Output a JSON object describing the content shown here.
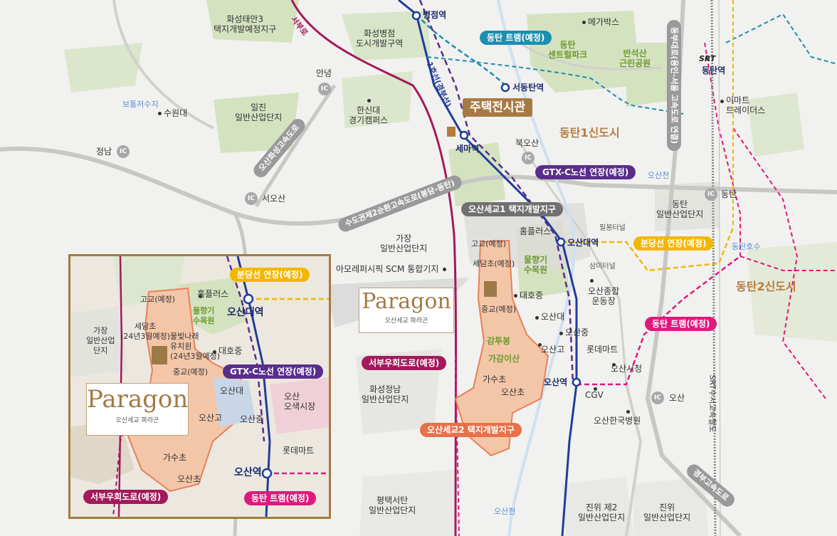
{
  "map": {
    "labels": {
      "hwaseong_taean": "화성태안3\n택지개발예정지구",
      "hwaseong_byeongjeom": "화성병점\n도시개발구역",
      "megabox": "메가박스",
      "dongtan_central_park": "동탄\n센트럴파크",
      "bansuksan_park": "반석산\n근린공원",
      "anyeong": "안녕",
      "botong_reservoir": "보통저수지",
      "suwon_univ": "수원대",
      "iljin_industrial": "일진\n일반산업단지",
      "hanshin_univ": "한신대\n경기캠퍼스",
      "bukosan": "북오산",
      "dongtan1": "동탄1신도시",
      "emart_traders": "이마트\n트레이더스",
      "jeongnam": "정남",
      "seoosan": "서오산",
      "osancheon_top": "오산천",
      "dongtan_ic": "동탄",
      "dongtan_industrial": "동탄\n일반산업단지",
      "gajang_industrial": "가장\n일반산업단지",
      "pilbong_tunnel": "필봉터널",
      "dongtan_lake": "동탄호수",
      "amorepacific": "아모레퍼시픽 SCM 통합기지",
      "dongtan2": "동탄2신도시",
      "samni_tunnel": "삼미터널",
      "mulhyang_park": "물향기\n수목원",
      "daeho_mid": "대호중",
      "osan_sports": "오산종합\n운동장",
      "osan_univ": "오산대",
      "osan_mid": "오산중",
      "osan_high": "오산고",
      "lotte_mart": "롯데마트",
      "gamtubong": "감투봉",
      "gagamisan": "가감이산",
      "gasu_elem": "가수초",
      "osan_elem": "오산초",
      "osan_cityhall": "오산시청",
      "cgv": "CGV",
      "osan_ic": "오산",
      "osan_korea_hospital": "오산한국병원",
      "hwaseong_jeongnam": "화성정남\n일반산업단지",
      "pyeongtaek_seotan": "평택서탄\n일반산업단지",
      "osancheon_bottom": "오산천",
      "jinwi2": "진위 제2\n일반산업단지",
      "jinwi": "진위\n일반산업단지",
      "gogo": "고교(예정)",
      "sedam_elem": "세담초(예정)",
      "jung_school": "중교(예정)",
      "ic": "IC"
    },
    "stations": {
      "byeongjeom": "병점역",
      "seodongtan": "서동탄역",
      "sema": "세마역",
      "osandae": "오산대역",
      "osan": "오산역",
      "dongtan": "동탄역",
      "homeplus": "홈플러스"
    },
    "lines": {
      "line1": "1호선(경부선)",
      "seobu_ro": "서부로",
      "osan_hwaseong_expwy": "오산화성고속도로",
      "capital_ring": "수도권제2순환고속도로(봉담-동탄)",
      "dongbu_daero": "동부대로(용인-서울 고속도로 연결)",
      "srt": "SRT수서고속철도",
      "gyeongbu_expwy": "경부고속도로"
    },
    "callouts": {
      "dongtan_tram_top": "동탄 트램(예정)",
      "model_house": "주택전시관",
      "gtx_c": "GTX-C노선 연장(예정)",
      "osan_segyo1": "오산세교1 택지개발지구",
      "bundang_ext": "분당선 연장(예정)",
      "dongtan_tram_right": "동탄 트램(예정)",
      "seobu_bypass": "서부우회도로(예정)",
      "osan_segyo2": "오산세교2 택지개발지구"
    },
    "srt_logo": "SRT",
    "paragon": {
      "logo": "Paragon",
      "sub": "오산세교 파라곤"
    }
  },
  "inset": {
    "labels": {
      "gogo": "고교(예정)",
      "homeplus": "홈플러스",
      "mulhyang": "물향기\n수목원",
      "sedam": "세담초\n(24년3월예정)",
      "kindergarten": "물빛나래\n유치원\n(24년3월예정)",
      "gajang": "가장\n일반산업\n단지",
      "daeho_mid": "대호중",
      "jung_school": "중교(예정)",
      "osan_univ": "오산대",
      "osan_saek_market": "오산\n오색시장",
      "osan_high": "오산고",
      "osan_mid": "오산중",
      "lotte_mart": "롯데마트",
      "gasu_elem": "가수초",
      "osan_elem": "오산초"
    },
    "stations": {
      "osandae": "오산대역",
      "osan": "오산역"
    },
    "callouts": {
      "bundang_ext": "분당선 연장(예정)",
      "gtx_c": "GTX-C노선 연장(예정)",
      "seobu_bypass": "서부우회도로(예정)",
      "dongtan_tram": "동탄 트램(예정)"
    },
    "paragon": {
      "logo": "Paragon",
      "sub": "오산세교 파라곤"
    }
  },
  "colors": {
    "line1": "#1f3d99",
    "gtx": "#5a2d8c",
    "tram": "#e0197d",
    "seobu": "#a3195b",
    "bundang": "#f2b705",
    "tram_blue": "#1b8fb0",
    "project": "#f2a07b",
    "park": "#d5e2c0",
    "paragon_gold": "#a27a45"
  }
}
